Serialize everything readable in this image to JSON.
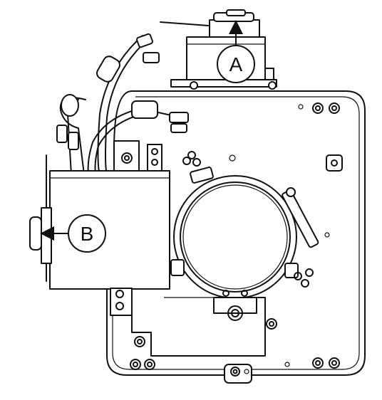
{
  "callouts": [
    {
      "id": "A",
      "label": "A"
    },
    {
      "id": "B",
      "label": "B"
    }
  ],
  "colors": {
    "line": "#111111",
    "background": "#ffffff"
  }
}
